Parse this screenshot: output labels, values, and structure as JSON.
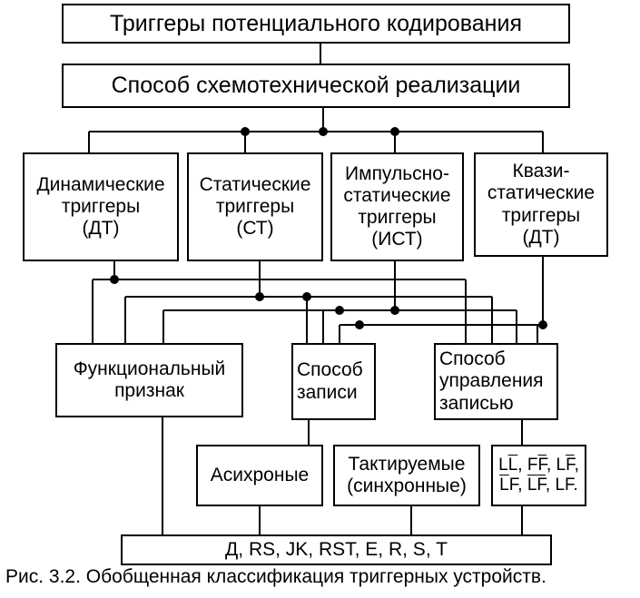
{
  "title_box": "Триггеры потенциального кодирования",
  "method_box": "Способ схемотехнической реализации",
  "types": [
    {
      "line1": "Динамические",
      "line2": "триггеры",
      "line3": "(ДТ)"
    },
    {
      "line1": "Статические",
      "line2": "триггеры",
      "line3": "(СТ)"
    },
    {
      "line1": "Импульсно-",
      "line2": "статические",
      "line3": "триггеры",
      "line4": "(ИСТ)"
    },
    {
      "line1": "Квази-",
      "line2": "статические",
      "line3": "триггеры",
      "line4": "(ДТ)"
    }
  ],
  "criteria": [
    {
      "line1": "Функциональный",
      "line2": "признак"
    },
    {
      "line1": "Способ",
      "line2": "записи"
    },
    {
      "line1": "Способ",
      "line2": "управления",
      "line3": "записью"
    }
  ],
  "async_box": "Асихроные",
  "clocked_box": {
    "line1": "Тактируемые",
    "line2": "(синхронные)"
  },
  "control_box": {
    "row1": [
      {
        "base": "L",
        "over": ""
      },
      {
        "base": "",
        "over": "L"
      },
      {
        "base": ", F",
        "over": ""
      },
      {
        "base": "",
        "over": "F"
      },
      {
        "base": ", L",
        "over": ""
      },
      {
        "base": "",
        "over": "F"
      },
      {
        "base": ",",
        "over": ""
      }
    ],
    "row2": [
      {
        "base": "",
        "over": "L"
      },
      {
        "base": "F, ",
        "over": ""
      },
      {
        "base": "",
        "over": "L"
      },
      {
        "base": "",
        "over": "F"
      },
      {
        "base": ", LF.",
        "over": ""
      }
    ]
  },
  "types_list": "Д, RS, JK, RST, E, R, S, T",
  "caption": "Рис. 3.2. Обобщенная классификация триггерных устройств."
}
